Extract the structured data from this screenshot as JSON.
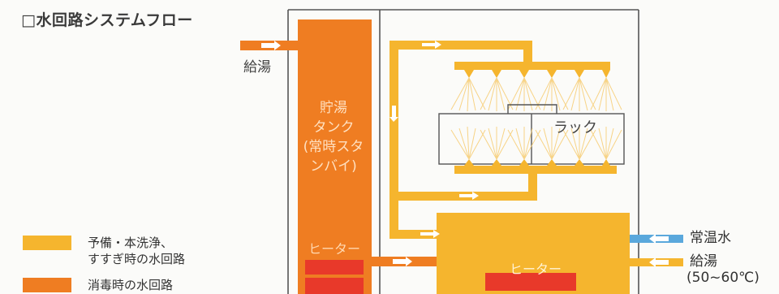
{
  "title": "□水回路システムフロー",
  "labels": {
    "supply": "給湯",
    "tank_line1": "貯湯",
    "tank_line2": "タンク",
    "tank_line3": "(常時スタ",
    "tank_line4": "ンバイ)",
    "tank_heater": "ヒーター",
    "main_heater": "ヒーター",
    "rack": "ラック",
    "room_temp_water": "常温水",
    "hot_water": "給湯",
    "hot_water_temp": "(50~60℃)"
  },
  "legend": {
    "wash_line1": "予備・本洗浄、",
    "wash_line2": "すすぎ時の水回路",
    "sterilize": "消毒時の水回路"
  },
  "colors": {
    "wash_circuit": "#f5b52e",
    "sterilize_circuit": "#ef7d22",
    "heater_element": "#e8392a",
    "room_temp_pipe": "#5aa8dc",
    "frame": "#555555"
  }
}
